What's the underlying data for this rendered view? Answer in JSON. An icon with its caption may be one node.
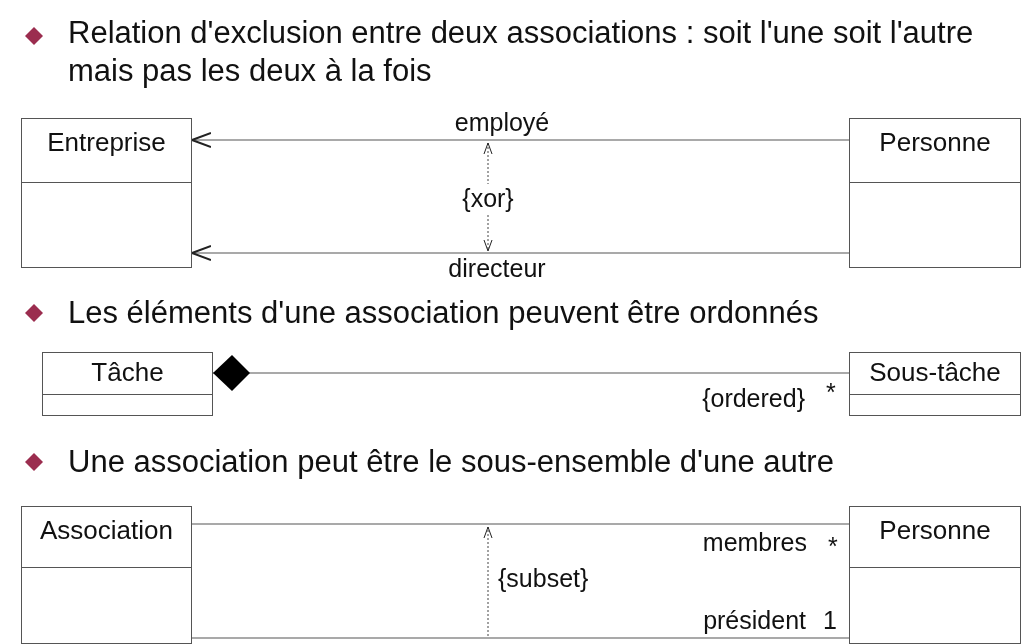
{
  "diagram": {
    "nodes": [
      {
        "text": [
          "Entreprise"
        ]
      },
      {
        "text": [
          "Personne"
        ]
      },
      {
        "text": [
          "Tâche"
        ]
      },
      {
        "text": [
          "Sous-tâche"
        ]
      },
      {
        "text": [
          "Association"
        ]
      },
      {
        "text": [
          "Personne"
        ]
      }
    ],
    "edges": [
      {
        "from": 1,
        "to": 0,
        "arrow": "to",
        "label": "employé"
      },
      {
        "from": 1,
        "to": 0,
        "arrow": "to",
        "label": "directeur"
      },
      {
        "from": 2,
        "to": 3,
        "arrow": "other"
      },
      {
        "from": 4,
        "to": 5,
        "arrow": "none"
      },
      {
        "from": 4,
        "to": 5,
        "arrow": "none"
      }
    ],
    "labels": [
      "Relation d'exclusion entre deux associations : soit l'une soit l'autre mais pas les deux à la fois",
      "{xor}",
      "Les éléments d'une association peuvent être ordonnés",
      "{ordered}",
      "*",
      "Une association peut être le sous-ensemble d'une autre",
      "membres",
      "*",
      "{subset}",
      "président",
      "1"
    ]
  }
}
